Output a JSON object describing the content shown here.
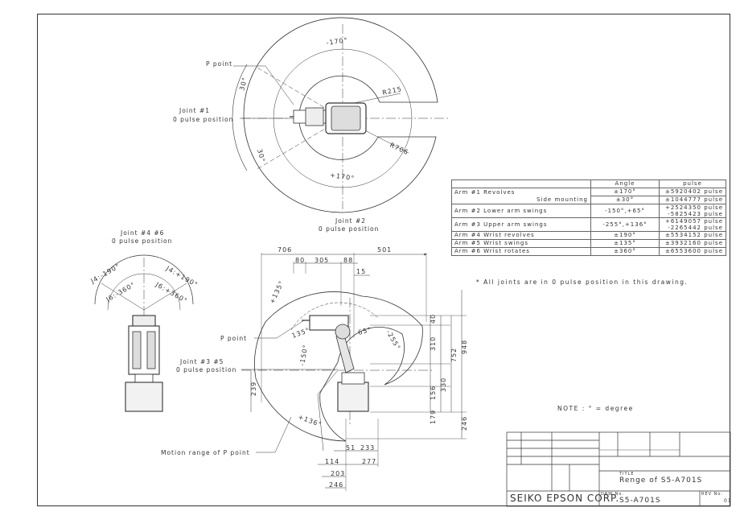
{
  "joints_top": {
    "p_point": "P point",
    "joint1_line1": "Joint #1",
    "joint1_line2": "0 pulse position",
    "ang_m170": "-170°",
    "ang_p170": "+170°",
    "ang_30a": "30°",
    "ang_30b": "30°",
    "r215": "R215",
    "r706": "R706"
  },
  "joints_side": {
    "joint2_line1": "Joint #2",
    "joint2_line2": "0 pulse position",
    "joint46_line1": "Joint #4 #6",
    "joint46_line2": "0 pulse position",
    "j4_minus": "J4:-190°",
    "j4_plus": "J4:+190°",
    "j6_minus": "J6:-360°",
    "j6_plus": "J6:+360°",
    "joint35_line1": "Joint #3 #5",
    "joint35_line2": "0 pulse position",
    "p_point": "P point",
    "motion_range": "Motion range of P point",
    "ang_135": "+135°",
    "ang_135b": "135°",
    "ang_150": "-150°",
    "ang_65": "65°",
    "ang_255": "-255°",
    "ang_136": "+136°"
  },
  "dimensions": {
    "d706": "706",
    "d501": "501",
    "d80": "80",
    "d305": "305",
    "d88": "88",
    "d15": "15",
    "d40": "40",
    "d310": "310",
    "d948": "948",
    "d752": "752",
    "d330": "330",
    "d156": "156",
    "d179": "179",
    "d246": "246",
    "d239": "239",
    "d51": "51",
    "d233": "233",
    "d114": "114",
    "d277": "277",
    "d203": "203",
    "d246b": "246"
  },
  "spec_table": {
    "col_angle": "Angle",
    "col_pulse": "pulse",
    "rows": {
      "arm1": "Arm #1 Revolves",
      "arm1_angle": "±170°",
      "arm1_pulse": "±5920402 pulse",
      "side_mount": "Side mounting",
      "side_angle": "±30°",
      "side_pulse": "±1044777 pulse",
      "arm2": "Arm #2 Lower arm swings",
      "arm2_angle": "-150°,+65°",
      "arm2_pulse1": "+2524350 pulse",
      "arm2_pulse2": "-5825423 pulse",
      "arm3": "Arm #3 Upper arm swings",
      "arm3_angle": "-255°,+136°",
      "arm3_pulse1": "+6149057 pulse",
      "arm3_pulse2": "-2265442 pulse",
      "arm4": "Arm #4 Wrist revolves",
      "arm4_angle": "±190°",
      "arm4_pulse": "±5534152 pulse",
      "arm5": "Arm #5 Wrist swings",
      "arm5_angle": "±135°",
      "arm5_pulse": "±3932160 pulse",
      "arm6": "Arm #6 Wrist rotates",
      "arm6_angle": "±360°",
      "arm6_pulse": "±6553600 pulse"
    }
  },
  "footnote": "* All joints are in 0 pulse position in this drawing.",
  "note": "NOTE : ° = degree",
  "title_block": {
    "company": "SEIKO EPSON CORP.",
    "title_label": "TITLE",
    "title": "Renge of S5-A701S",
    "drw_label": "DRW No.",
    "drw_no": "S5-A701S",
    "rev_label": "REV No.",
    "rev": "01"
  }
}
